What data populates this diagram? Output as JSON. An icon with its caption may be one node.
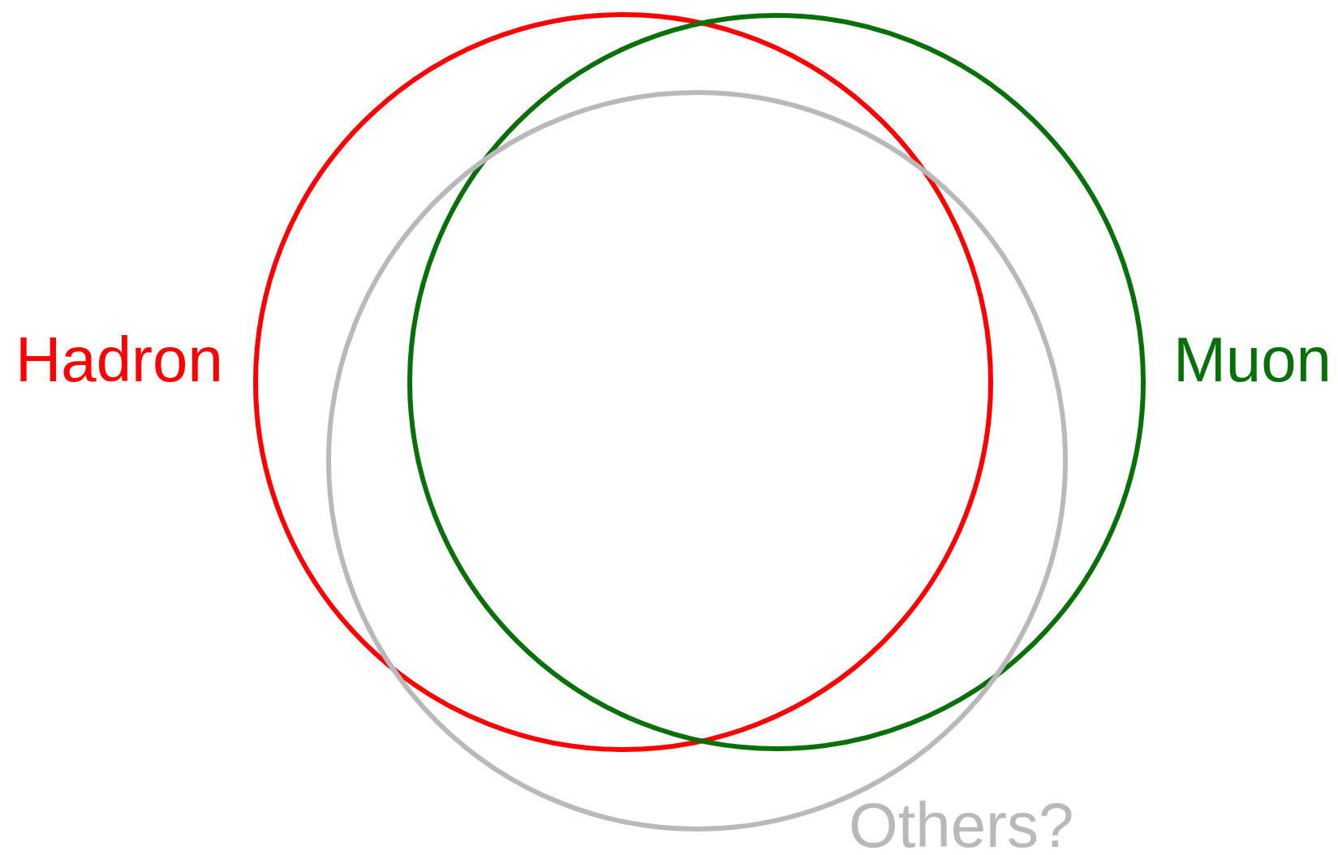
{
  "diagram": {
    "nodes": [
      {
        "text": [
          "Hadron"
        ]
      },
      {
        "text": [
          "Muon"
        ]
      },
      {
        "text": [
          "Others?"
        ]
      }
    ]
  }
}
